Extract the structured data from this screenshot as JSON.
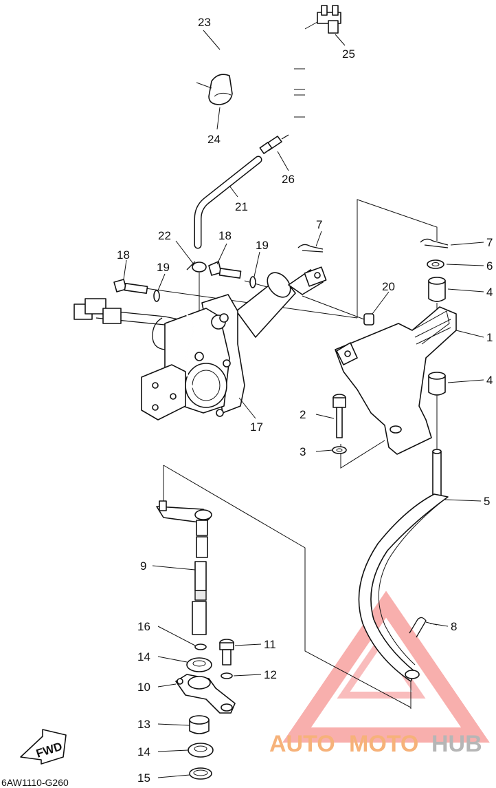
{
  "diagram_code": "6AW1110-G260",
  "fwd_label": "FWD",
  "watermark": {
    "part1": "AUTO",
    "part2": "MOTO",
    "part3": "HUB",
    "color_light": "#f6b27a",
    "color_dark": "#b6b6b6",
    "color_triangle": "#ef5350"
  },
  "part_numbers": {
    "p1": "1",
    "p2": "2",
    "p3": "3",
    "p4a": "4",
    "p4b": "4",
    "p5": "5",
    "p6": "6",
    "p7a": "7",
    "p7b": "7",
    "p8": "8",
    "p9": "9",
    "p10": "10",
    "p11": "11",
    "p12": "12",
    "p13": "13",
    "p14a": "14",
    "p14b": "14",
    "p15": "15",
    "p16": "16",
    "p17": "17",
    "p18a": "18",
    "p18b": "18",
    "p19a": "19",
    "p19b": "19",
    "p20": "20",
    "p21": "21",
    "p22": "22",
    "p23": "23",
    "p24": "24",
    "p25": "25",
    "p26": "26"
  }
}
